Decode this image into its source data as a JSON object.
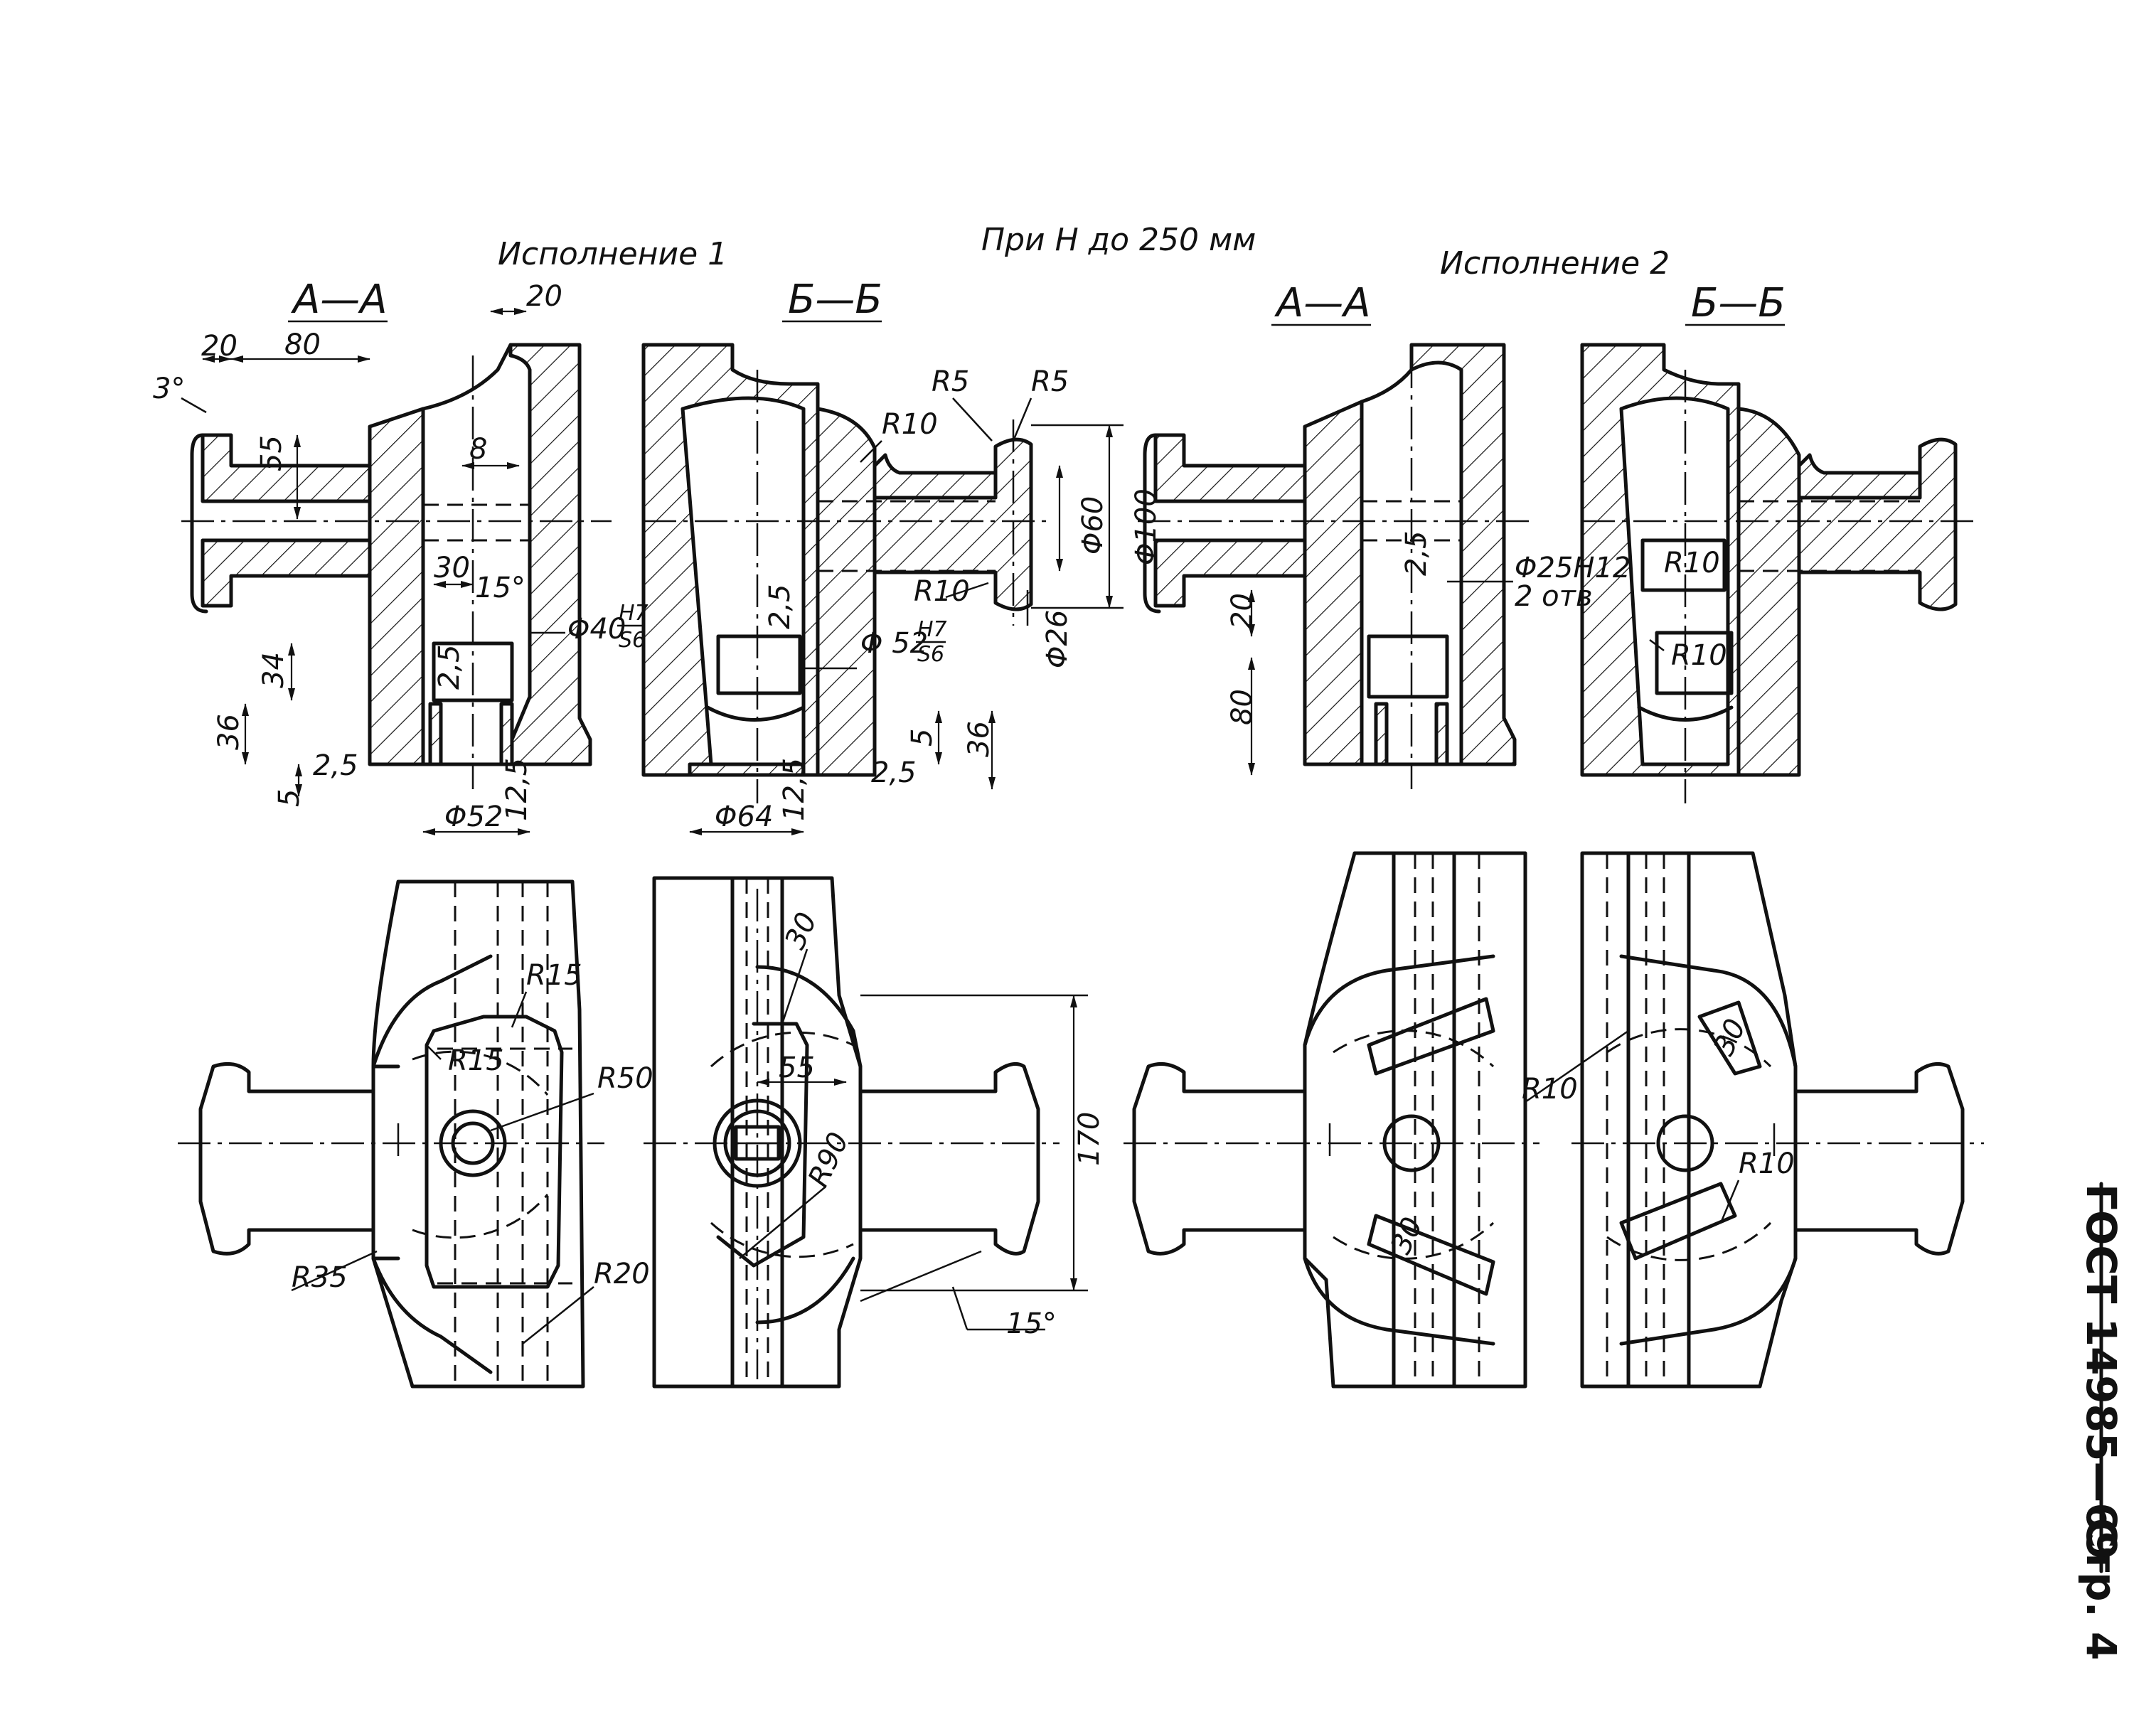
{
  "headers": {
    "title": "При H до 250 мм",
    "variant1": "Исполнение 1",
    "variant2": "Исполнение 2"
  },
  "sections": {
    "v1_aa": "А—А",
    "v1_bb": "Б—Б",
    "v2_aa": "А—А",
    "v2_bb": "Б—Б"
  },
  "dimensions": {
    "d_20_top": "20",
    "d_20_left": "20",
    "d_80": "80",
    "d_3deg": "3°",
    "d_55": "55",
    "d_8": "8",
    "d_30": "30",
    "d_15deg": "15°",
    "d_phi40": "Φ40",
    "d_h7": "H7",
    "d_s6": "S6",
    "d_34": "34",
    "d_2_5a": "2,5",
    "d_36a": "36",
    "d_5a": "5",
    "d_2_5b": "2,5",
    "d_phi52": "Φ52",
    "d_12_5a": "12,5",
    "d_r5a": "R5",
    "d_r5b": "R5",
    "d_r10a": "R10",
    "d_phi60": "Φ60",
    "d_phi100": "Φ100",
    "d_r10b": "R10",
    "d_phi26": "Φ26",
    "d_2_5c": "2,5",
    "d_phi52b": "Φ 52",
    "d_h7b": "H7",
    "d_s6b": "S6",
    "d_5b": "5",
    "d_36b": "36",
    "d_2_5d": "2,5",
    "d_phi64": "Φ64",
    "d_12_5b": "12,5",
    "d_2_5e": "2,5",
    "d_phi25": "Φ25H12",
    "d_2otv": "2 отв",
    "d_20v2": "20",
    "d_80v2": "80",
    "d_r10c": "R10",
    "d_r10d": "R10",
    "p_r15a": "R15",
    "p_r15b": "R15",
    "p_r50": "R50",
    "p_r35": "R35",
    "p_r20": "R20",
    "p_30a": "30",
    "p_55": "55",
    "p_r90": "R90",
    "p_170": "170",
    "p_15deg": "15°",
    "p_r10a": "R10",
    "p_30b": "30",
    "p_30c": "30",
    "p_r10b": "R10"
  },
  "side": {
    "standard": "ГОСТ 14985—69",
    "page": "Стр. 4"
  }
}
